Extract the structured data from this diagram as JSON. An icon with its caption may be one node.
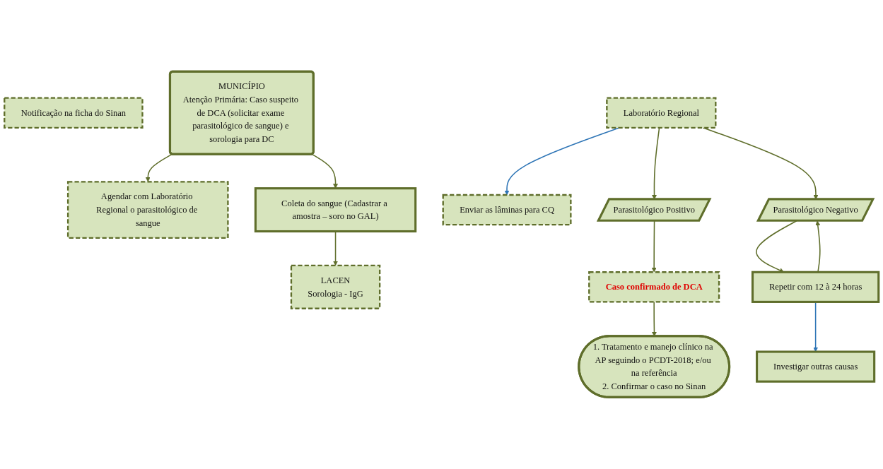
{
  "diagram": {
    "nodes": [
      {
        "text": [
          "Notificação na ficha do Sinan"
        ]
      },
      {
        "text": [
          "MUNICÍPIO",
          "Atenção Primária: Caso suspeito de DCA (solicitar exame parasitológico de sangue) e sorologia para DC"
        ]
      },
      {
        "text": [
          "Agendar com Laboratório Regional o parasitológico de sangue"
        ]
      },
      {
        "text": [
          "Coleta do sangue (Cadastrar a amostra – soro no GAL)"
        ]
      },
      {
        "text": [
          "Enviar as lâminas para CQ"
        ]
      },
      {
        "text": [
          "Laboratório Regional"
        ]
      },
      {
        "text": [
          "LACEN",
          "Sorologia - IgG"
        ]
      },
      {
        "text": [
          "Parasitológico Positivo"
        ]
      },
      {
        "text": [
          "Parasitológico Negativo"
        ]
      },
      {
        "text": [
          "Investigar outras causas"
        ]
      },
      {
        "text": [
          "1. Tratamento e manejo clínico na AP seguindo o PCDT-2018; e/ou na referência",
          "2. Confirmar o caso no Sinan"
        ]
      },
      {
        "text": [
          "Caso confirmado de DCA"
        ]
      },
      {
        "text": [
          "Repetir com 12 à 24 horas"
        ]
      }
    ],
    "edges": [
      {
        "from": 1,
        "to": 2,
        "arrow": "to"
      },
      {
        "from": 1,
        "to": 3,
        "arrow": "to"
      },
      {
        "from": 3,
        "to": 6,
        "arrow": "to"
      },
      {
        "from": 5,
        "to": 4,
        "arrow": "to",
        "color": "#2e75b6"
      },
      {
        "from": 5,
        "to": 7,
        "arrow": "to"
      },
      {
        "from": 5,
        "to": 8,
        "arrow": "to"
      },
      {
        "from": 7,
        "to": 11,
        "arrow": "to"
      },
      {
        "from": 11,
        "to": 10,
        "arrow": "to"
      },
      {
        "from": 8,
        "to": 12,
        "arrow": "to"
      },
      {
        "from": 12,
        "to": 8,
        "arrow": "to"
      },
      {
        "from": 12,
        "to": 9,
        "arrow": "to",
        "color": "#2e75b6"
      }
    ]
  }
}
